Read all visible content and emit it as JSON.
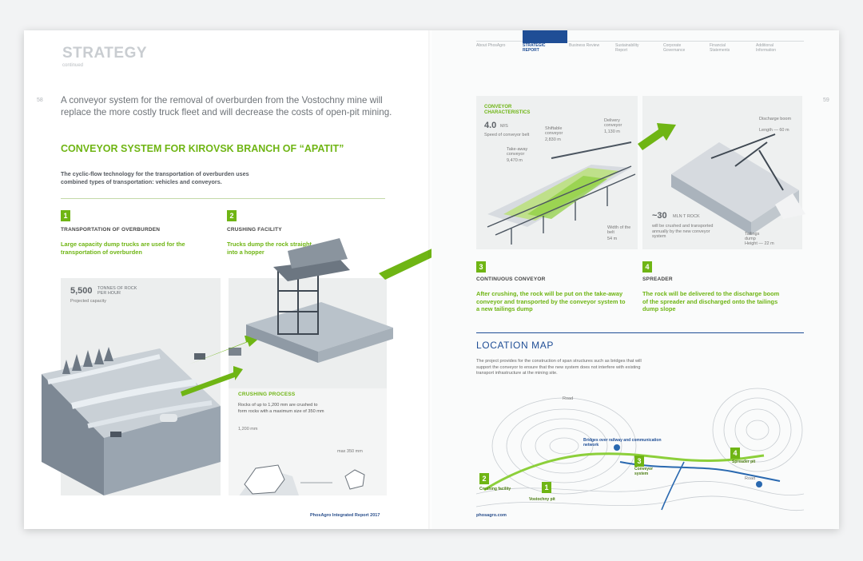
{
  "left": {
    "title": "STRATEGY",
    "subtitle": "continued",
    "page_number": "58",
    "intro": "A conveyor system for the removal of overburden from the Vostochny mine will replace the more costly truck fleet and will decrease the costs of open-pit mining.",
    "heading": "CONVEYOR SYSTEM FOR KIROVSK BRANCH OF “APATIT”",
    "description": "The cyclic-flow technology for the transportation of overburden uses combined types of transportation: vehicles and conveyors.",
    "steps": [
      {
        "number": "1",
        "title": "TRANSPORTATION OF OVERBURDEN",
        "text": "Large capacity dump trucks are used for the transportation of overburden"
      },
      {
        "number": "2",
        "title": "CRUSHING FACILITY",
        "text": "Trucks dump the rock straight into a hopper"
      }
    ],
    "capacity_value": "5,500",
    "capacity_unit": "TONNES OF ROCK PER HOUR",
    "capacity_label": "Projected capacity",
    "crushing_title": "CRUSHING PROCESS",
    "crushing_text": "Rocks of up to 1,200 mm are crushed to form rocks with a maximum size of 350 mm",
    "rock_big": "1,200 mm",
    "rock_small": "max 350 mm",
    "footer": "PhosAgro Integrated Report 2017"
  },
  "right": {
    "page_number": "59",
    "nav": [
      {
        "label": "About PhosAgro",
        "active": false
      },
      {
        "label": "STRATEGIC REPORT",
        "active": true
      },
      {
        "label": "Business Review",
        "active": false
      },
      {
        "label": "Sustainability Report",
        "active": false
      },
      {
        "label": "Corporate Governance",
        "active": false
      },
      {
        "label": "Financial Statements",
        "active": false
      },
      {
        "label": "Additional Information",
        "active": false
      }
    ],
    "conveyor_char_title": "CONVEYOR CHARACTERISTICS",
    "speed_value": "4.0",
    "speed_unit": "M/S",
    "speed_label": "Speed of conveyor belt",
    "takeaway_label": "Take-away conveyor",
    "takeaway_value": "9,470 m",
    "shiftable_label": "Shiftable conveyor",
    "shiftable_value": "2,830 m",
    "delivery_label": "Delivery conveyor",
    "delivery_value": "1,130 m",
    "width_label": "Width of the belt",
    "width_value": "54 m",
    "discharge_label": "Discharge boom",
    "discharge_value": "Length — 60 m",
    "mt_value": "~30",
    "mt_unit": "MLN T ROCK",
    "mt_text": "will be crushed and transported annually by the new conveyor system",
    "tailings_label": "Tailings dump",
    "tailings_value": "Height — 22 m",
    "steps": [
      {
        "number": "3",
        "title": "CONTINUOUS CONVEYOR",
        "text": "After crushing, the rock will be put on the take-away conveyor and transported by the conveyor system to a new tailings dump"
      },
      {
        "number": "4",
        "title": "SPREADER",
        "text": "The rock will be delivered to the discharge boom of the spreader and discharged onto the tailings dump slope"
      }
    ],
    "location_title": "LOCATION MAP",
    "location_text": "The project provides for the construction of span structures such as bridges that will support the conveyor to ensure that the new system does not interfere with existing transport infrastructure at the mining site.",
    "map_labels": {
      "crushing": "Crushing facility",
      "vostochny": "Vostochny pit",
      "conveyor": "Conveyor system",
      "bridges": "Bridges over railway and communication network",
      "spreader": "Spreader pit",
      "road1": "Road",
      "road2": "Road"
    },
    "map_numbers": [
      "2",
      "1",
      "3",
      "4"
    ],
    "footer": "phosagro.com"
  },
  "colors": {
    "accent_green": "#6fb514",
    "accent_blue": "#1f4e96",
    "text_gray": "#6e7378"
  }
}
